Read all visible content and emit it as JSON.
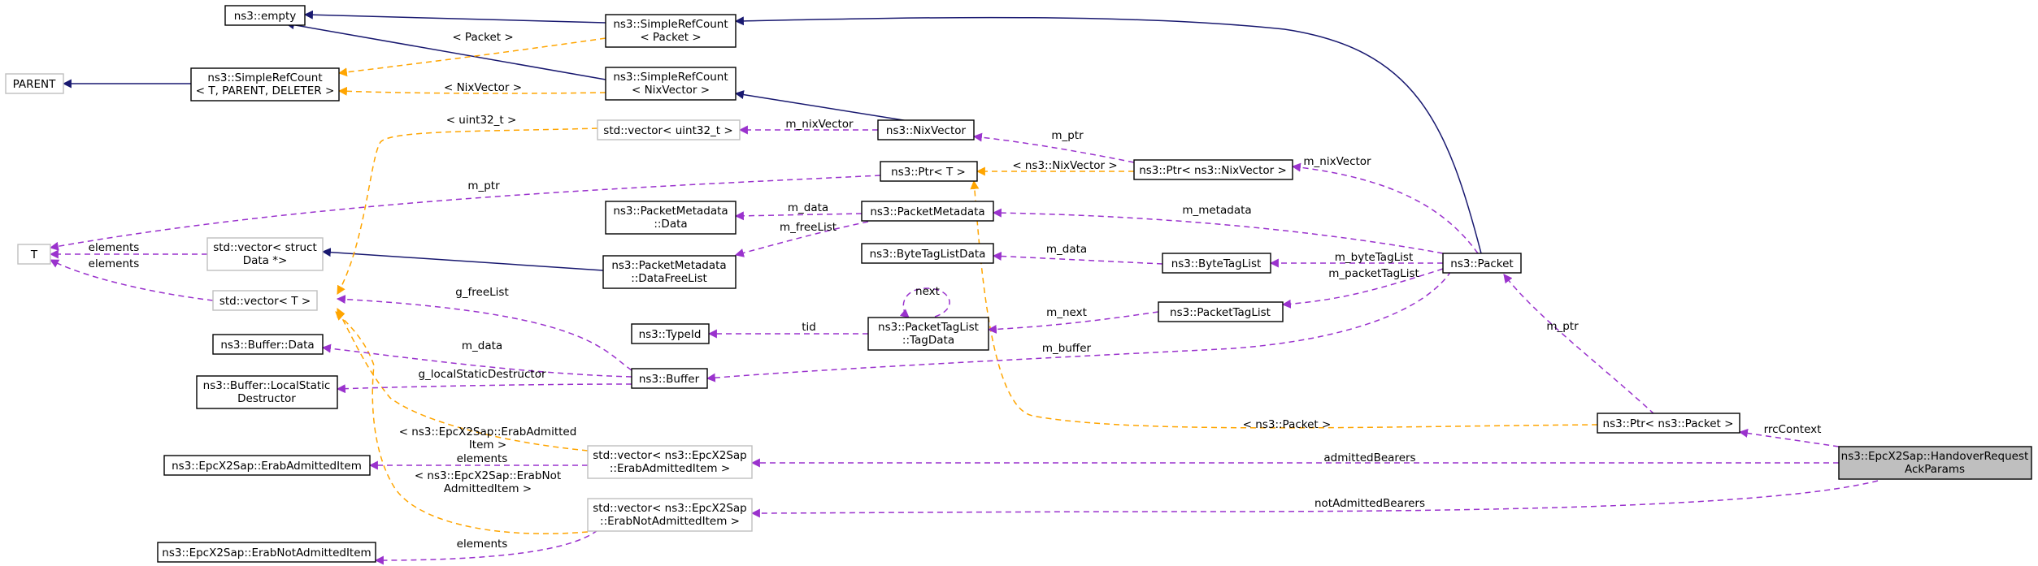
{
  "nodes": {
    "empty": {
      "lines": [
        "ns3::empty"
      ]
    },
    "parent": {
      "lines": [
        "PARENT"
      ]
    },
    "src_tpd": {
      "lines": [
        "ns3::SimpleRefCount",
        "< T, PARENT, DELETER >"
      ]
    },
    "src_packet": {
      "lines": [
        "ns3::SimpleRefCount",
        "< Packet >"
      ]
    },
    "src_nix": {
      "lines": [
        "ns3::SimpleRefCount",
        "< NixVector >"
      ]
    },
    "vec_u32": {
      "lines": [
        "std::vector< uint32_t >"
      ]
    },
    "nixvector": {
      "lines": [
        "ns3::NixVector"
      ]
    },
    "ptr_t": {
      "lines": [
        "ns3::Ptr< T >"
      ]
    },
    "ptr_nix": {
      "lines": [
        "ns3::Ptr< ns3::NixVector >"
      ]
    },
    "t": {
      "lines": [
        "T"
      ]
    },
    "vec_struct": {
      "lines": [
        "std::vector< struct",
        "Data *>"
      ]
    },
    "pm_data": {
      "lines": [
        "ns3::PacketMetadata",
        "::Data"
      ]
    },
    "pm": {
      "lines": [
        "ns3::PacketMetadata"
      ]
    },
    "pm_dfl": {
      "lines": [
        "ns3::PacketMetadata",
        "::DataFreeList"
      ]
    },
    "btld": {
      "lines": [
        "ns3::ByteTagListData"
      ]
    },
    "btl": {
      "lines": [
        "ns3::ByteTagList"
      ]
    },
    "packet": {
      "lines": [
        "ns3::Packet"
      ]
    },
    "vec_t": {
      "lines": [
        "std::vector< T >"
      ]
    },
    "typeid": {
      "lines": [
        "ns3::TypeId"
      ]
    },
    "ptl_td": {
      "lines": [
        "ns3::PacketTagList",
        "::TagData"
      ]
    },
    "ptl": {
      "lines": [
        "ns3::PacketTagList"
      ]
    },
    "buf_data": {
      "lines": [
        "ns3::Buffer::Data"
      ]
    },
    "buffer": {
      "lines": [
        "ns3::Buffer"
      ]
    },
    "buf_lsd": {
      "lines": [
        "ns3::Buffer::LocalStatic",
        "Destructor"
      ]
    },
    "ptr_packet": {
      "lines": [
        "ns3::Ptr< ns3::Packet >"
      ]
    },
    "era_item": {
      "lines": [
        "ns3::EpcX2Sap::ErabAdmittedItem"
      ]
    },
    "vec_era": {
      "lines": [
        "std::vector< ns3::EpcX2Sap",
        "::ErabAdmittedItem >"
      ]
    },
    "vec_erna": {
      "lines": [
        "std::vector< ns3::EpcX2Sap",
        "::ErabNotAdmittedItem >"
      ]
    },
    "erna_item": {
      "lines": [
        "ns3::EpcX2Sap::ErabNotAdmittedItem"
      ]
    },
    "hrap": {
      "lines": [
        "ns3::EpcX2Sap::HandoverRequest",
        "AckParams"
      ]
    }
  },
  "edge_labels": {
    "packet_tmpl": [
      "< Packet >"
    ],
    "nix_tmpl": [
      "< NixVector >"
    ],
    "u32_tmpl": [
      "< uint32_t >"
    ],
    "m_nixVector_a": [
      "m_nixVector"
    ],
    "m_ptr_nix": [
      "m_ptr"
    ],
    "nix_ptr_tmpl": [
      "< ns3::NixVector >"
    ],
    "m_nixVector_b": [
      "m_nixVector"
    ],
    "m_ptr_t": [
      "m_ptr"
    ],
    "elements_struct": [
      "elements"
    ],
    "elements_vec": [
      "elements"
    ],
    "m_data_pm": [
      "m_data"
    ],
    "m_freeList": [
      "m_freeList"
    ],
    "m_metadata": [
      "m_metadata"
    ],
    "m_data_btl": [
      "m_data"
    ],
    "m_byteTagList": [
      "m_byteTagList"
    ],
    "m_packetTagList": [
      "m_packetTagList"
    ],
    "next": [
      "next"
    ],
    "m_next": [
      "m_next"
    ],
    "tid": [
      "tid"
    ],
    "g_freeList": [
      "g_freeList"
    ],
    "m_data_buf": [
      "m_data"
    ],
    "m_buffer": [
      "m_buffer"
    ],
    "g_lsd": [
      "g_localStaticDestructor"
    ],
    "m_ptr_packet": [
      "m_ptr"
    ],
    "ptr_packet_tmpl": [
      "< ns3::Packet >"
    ],
    "rrcContext": [
      "rrcContext"
    ],
    "era_tmpl": [
      "< ns3::EpcX2Sap::ErabAdmitted",
      "Item >"
    ],
    "elements_era": [
      "elements"
    ],
    "admittedBearers": [
      "admittedBearers"
    ],
    "erna_tmpl": [
      "< ns3::EpcX2Sap::ErabNot",
      "AdmittedItem >"
    ],
    "notAdmittedBearers": [
      "notAdmittedBearers"
    ],
    "elements_erna": [
      "elements"
    ]
  },
  "colors": {
    "inheritance": "#191970",
    "usage": "#9a32cd",
    "template": "#ffa500",
    "grey_border": "#bfbfbf",
    "focus_fill": "#bfbfbf"
  }
}
